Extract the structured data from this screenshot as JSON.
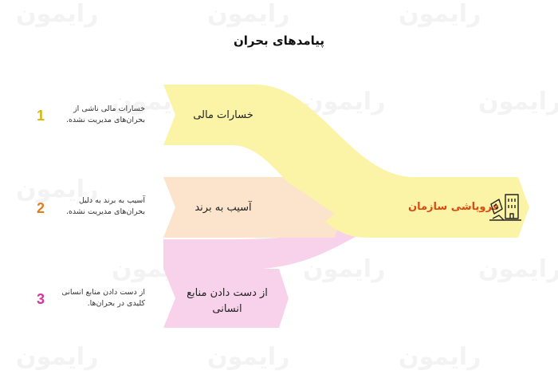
{
  "title": "پیامدهای بحران",
  "watermark": "رایمون",
  "items": [
    {
      "number": "1",
      "label": "خسارات مالی",
      "description": "خسارات مالی ناشی از بحران‌های مدیریت نشده.",
      "color": "#fbf4a6",
      "number_color": "#d9b60a"
    },
    {
      "number": "2",
      "label": "آسیب به برند",
      "description": "آسیب به برند به دلیل بحران‌های مدیریت نشده.",
      "color": "#fbe3cc",
      "number_color": "#e07f1f"
    },
    {
      "number": "3",
      "label": "از دست دادن منابع انسانی",
      "description": "از دست دادن منابع انسانی کلیدی در بحران‌ها.",
      "color": "#f8d2ea",
      "number_color": "#d9359b"
    }
  ],
  "result": {
    "label": "فروپاشی سازمان",
    "color": "#fbf4a6",
    "label_color": "#d94a14",
    "icon": "collapsing-building-icon"
  }
}
